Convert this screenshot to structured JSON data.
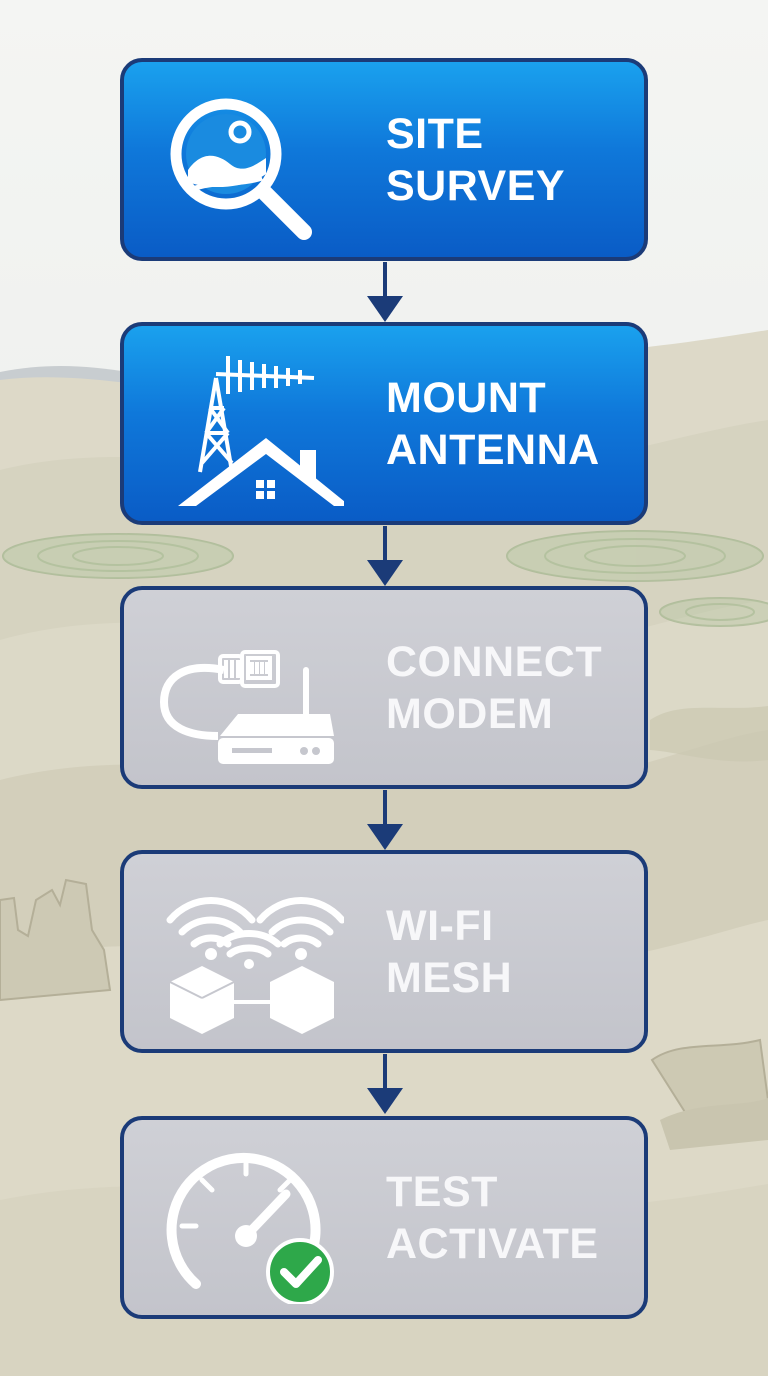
{
  "steps": [
    {
      "id": "site-survey",
      "line1": "SITE",
      "line2": "SURVEY",
      "icon": "magnifier-landscape-icon",
      "status": "active"
    },
    {
      "id": "mount-antenna",
      "line1": "MOUNT",
      "line2": "ANTENNA",
      "icon": "antenna-house-icon",
      "status": "active"
    },
    {
      "id": "connect-modem",
      "line1": "CONNECT",
      "line2": "MODEM",
      "icon": "cable-modem-icon",
      "status": "pending"
    },
    {
      "id": "wifi-mesh",
      "line1": "WI-FI",
      "line2": "MESH",
      "icon": "wifi-mesh-icon",
      "status": "pending"
    },
    {
      "id": "test-activate",
      "line1": "TEST",
      "line2": "ACTIVATE",
      "icon": "speedometer-check-icon",
      "status": "pending"
    }
  ],
  "colors": {
    "active_fill": "#0f78da",
    "pending_fill": "#c6c7ce",
    "border": "#1b3b78",
    "connector": "#1b3b78",
    "check_badge": "#2ea84a"
  }
}
